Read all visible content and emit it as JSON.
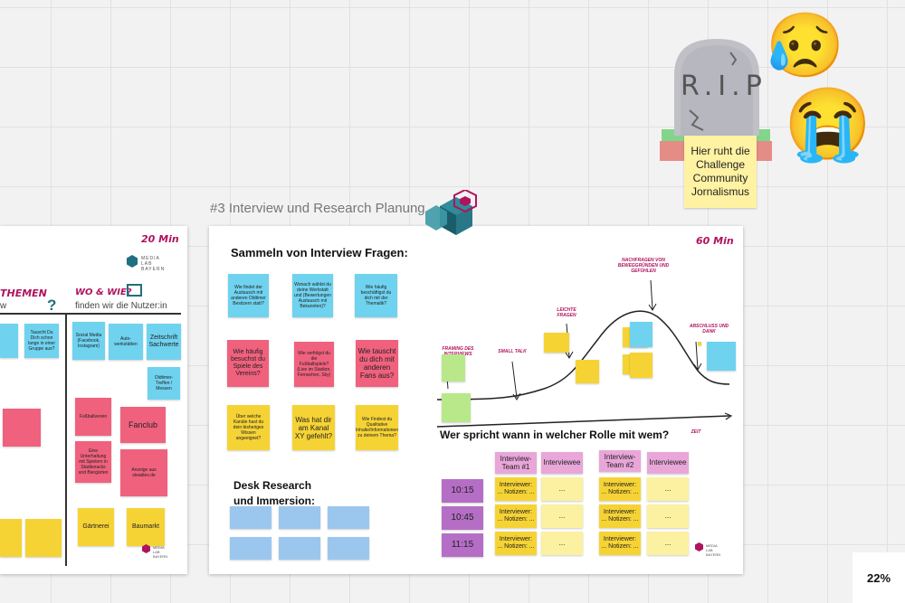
{
  "canvas": {
    "zoom": "22%"
  },
  "frame3": {
    "title": "#3 Interview und Research Planung"
  },
  "left_board": {
    "timer": "20 Min",
    "logo": [
      "MEDIA",
      "LAB",
      "BAYERN"
    ],
    "col1_head": "THEMEN",
    "col2_head": "WO & WIE?",
    "col1_sub": "w",
    "col2_sub": "finden wir die Nutzer:in",
    "notes": [
      "Tauscht Du Dich schon lange in einer Gruppe aus?",
      "Social Media (Facebook, Instagram)",
      "Auto-werkstätten",
      "Zeitschrift Sachwerte",
      "Oldtimer-Treffen / Messen",
      "Fußballverein",
      "Fanclub",
      "Eine Unterhaltung mit Spielern in Stadtsnacks und Biergärten",
      "Anzeige aus steadies.de",
      "Gärtnerei",
      "Baumarkt"
    ],
    "bottom_logo": [
      "MEDIA",
      "LAB",
      "BAYERN"
    ]
  },
  "main_board": {
    "timer": "60 Min",
    "questions_title": "Sammeln von Interview Fragen:",
    "questions": [
      {
        "color": "blue",
        "text": "Wie findet der Austausch mit anderen Oldtimer Besitzern statt?"
      },
      {
        "color": "blue",
        "text": "Wonach wählst du deine Werkstatt und (Bewertungen Austausch mit Bekannten)?"
      },
      {
        "color": "blue",
        "text": "Wie häufig beschäftigst du dich mit der Thematik?"
      },
      {
        "color": "pink",
        "text": "Wie häufig besuchst du Spiele des Vereins?"
      },
      {
        "color": "pink",
        "text": "Wie verfolgst du die Fußballspiele? (Live im Stadion, Fernsehen, Sky)"
      },
      {
        "color": "pink",
        "text": "Wie tauscht du dich mit anderen Fans aus?"
      },
      {
        "color": "yellow",
        "text": "Über welche Kanäle hast du dein bisheriges Wissen angeeignet?"
      },
      {
        "color": "yellow",
        "text": "Was hat dir am Kanal XY gefehlt?"
      },
      {
        "color": "yellow",
        "text": "Wie Findest du Qualitative Inhalte/Informationen zu deinem Thema?"
      }
    ],
    "desk_title_1": "Desk Research",
    "desk_title_2": "und Immersion:",
    "curve_labels": {
      "framing": "FRAMING DES INTERVIEWS",
      "small_talk": "SMALL TALK",
      "leichte": "LEICHTE FRAGEN",
      "nachfragen": "NACHFRAGEN VON BEWEGGRÜNDEN UND GEFÜHLEN",
      "abschluss": "ABSCHLUSS UND DANK",
      "zeit": "ZEIT"
    },
    "roles_title": "Wer spricht wann in welcher Rolle mit wem?",
    "team1": "Interview-Team #1",
    "team2": "Interview-Team #2",
    "interviewee": "Interviewee",
    "times": [
      "10:15",
      "10:45",
      "11:15"
    ],
    "slot_text": "Interviewer: ... Notizen: ...",
    "dots": "...",
    "logo": [
      "MEDIA",
      "LAB",
      "BAYERN"
    ]
  },
  "tombstone": {
    "rip": "R.I.P",
    "note": "Hier ruht die Challenge Community Jornalismus"
  },
  "emojis": {
    "sad": "😥",
    "crying": "😭"
  },
  "colors": {
    "accent": "#b0135e",
    "teal": "#1f6f80"
  }
}
